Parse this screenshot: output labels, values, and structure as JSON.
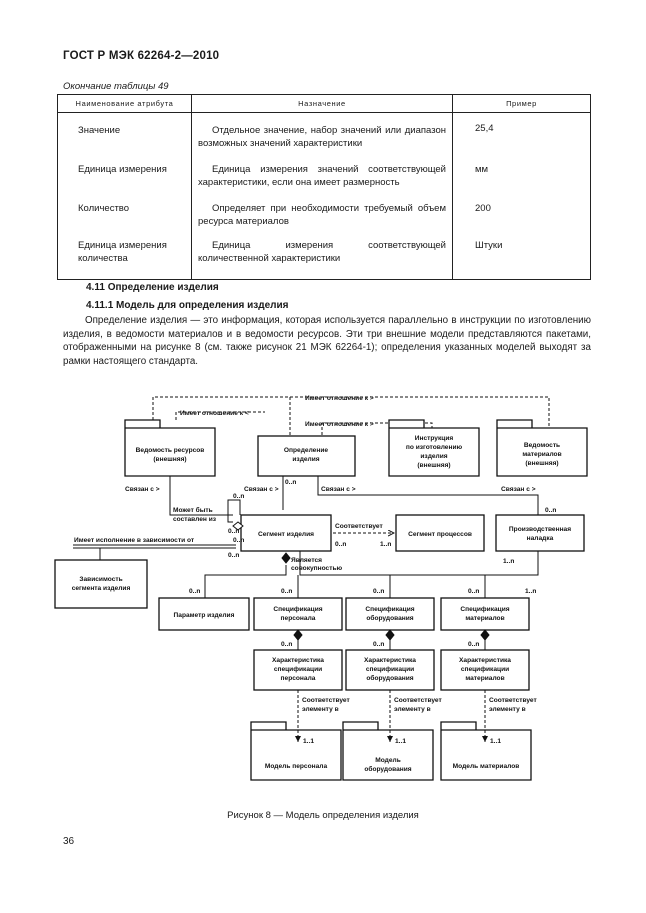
{
  "header": {
    "doc_id": "ГОСТ Р МЭК 62264-2—2010"
  },
  "table_caption": "Окончание таблицы 49",
  "table": {
    "columns": [
      "Наименование атрибута",
      "Назначение",
      "Пример"
    ],
    "rows": [
      {
        "name": "Значение",
        "purpose": "Отдельное значение, набор значений или диапазон возможных значений характеристики",
        "example": "25,4"
      },
      {
        "name": "Единица измерения",
        "purpose": "Единица измерения значений соответствующей характеристики, если она имеет размерность",
        "example": "мм"
      },
      {
        "name": "Количество",
        "purpose": "Определяет при необходимости требуемый объем ресурса материалов",
        "example": "200"
      },
      {
        "name": "Единица измерения количества",
        "purpose": "Единица измерения соответствующей количественной характеристики",
        "example": "Штуки"
      }
    ]
  },
  "section": {
    "title": "4.11 Определение изделия",
    "subtitle": "4.11.1 Модель для определения изделия",
    "paragraph": "Определение изделия — это информация, которая используется параллельно в инструкции по изготовлению изделия, в ведомости материалов и в ведомости ресурсов. Эти три внешние модели представляются пакетами, отображенными на рисунке 8 (см. также рисунок 21 МЭК 62264-1); определения указанных моделей выходят за рамки настоящего стандарта."
  },
  "diagram": {
    "nodes": {
      "resource_bill": [
        "Ведомость ресурсов",
        "(внешняя)"
      ],
      "product_def": [
        "Определение",
        "изделия"
      ],
      "instructions": [
        "Инструкция",
        "по изготовлению",
        "изделия",
        "(внешняя)"
      ],
      "bill_materials": [
        "Ведомость",
        "материалов",
        "(внешняя)"
      ],
      "product_segment": [
        "Сегмент изделия"
      ],
      "process_segment": [
        "Сегмент процессов"
      ],
      "production_setting": [
        "Производственная",
        "наладка"
      ],
      "segment_dependency": [
        "Зависимость",
        "сегмента изделия"
      ],
      "product_parameter": [
        "Параметр изделия"
      ],
      "personnel_spec": [
        "Спецификация",
        "персонала"
      ],
      "equipment_spec": [
        "Спецификация",
        "оборудования"
      ],
      "material_spec": [
        "Спецификация",
        "материалов"
      ],
      "personnel_prop": [
        "Характеристика",
        "спецификации",
        "персонала"
      ],
      "equipment_prop": [
        "Характеристика",
        "спецификации",
        "оборудования"
      ],
      "material_prop": [
        "Характеристика",
        "спецификации",
        "материалов"
      ],
      "personnel_model": [
        "Модель персонала"
      ],
      "equipment_model": [
        "Модель",
        "оборудования"
      ],
      "material_model": [
        "Модель материалов"
      ]
    },
    "labels": {
      "relates_to_top": "Имеет отношение к >",
      "relates_to_left": "Имеет отношение к <",
      "relates_to_mid": "Имеет отношение к >",
      "linked_with": "Связан с >",
      "may_consist": [
        "Может быть",
        "составлен из"
      ],
      "executed_depending": "Имеет исполнение в зависимости от",
      "corresponds": "Соответствует",
      "is_collection": [
        "Является",
        "совокупностью"
      ],
      "corresponds_element": [
        "Соответствует",
        "элементу в"
      ],
      "corresponds_element_b": [
        "Соответствует",
        "элементу в"
      ],
      "corresponds_element_c": [
        "Соответствует",
        "элементу в"
      ],
      "mult_0n": "0..n",
      "mult_1n": "1..n",
      "mult_11": "1..1"
    }
  },
  "figure_caption": "Рисунок 8 — Модель определения изделия",
  "page_number": "36"
}
